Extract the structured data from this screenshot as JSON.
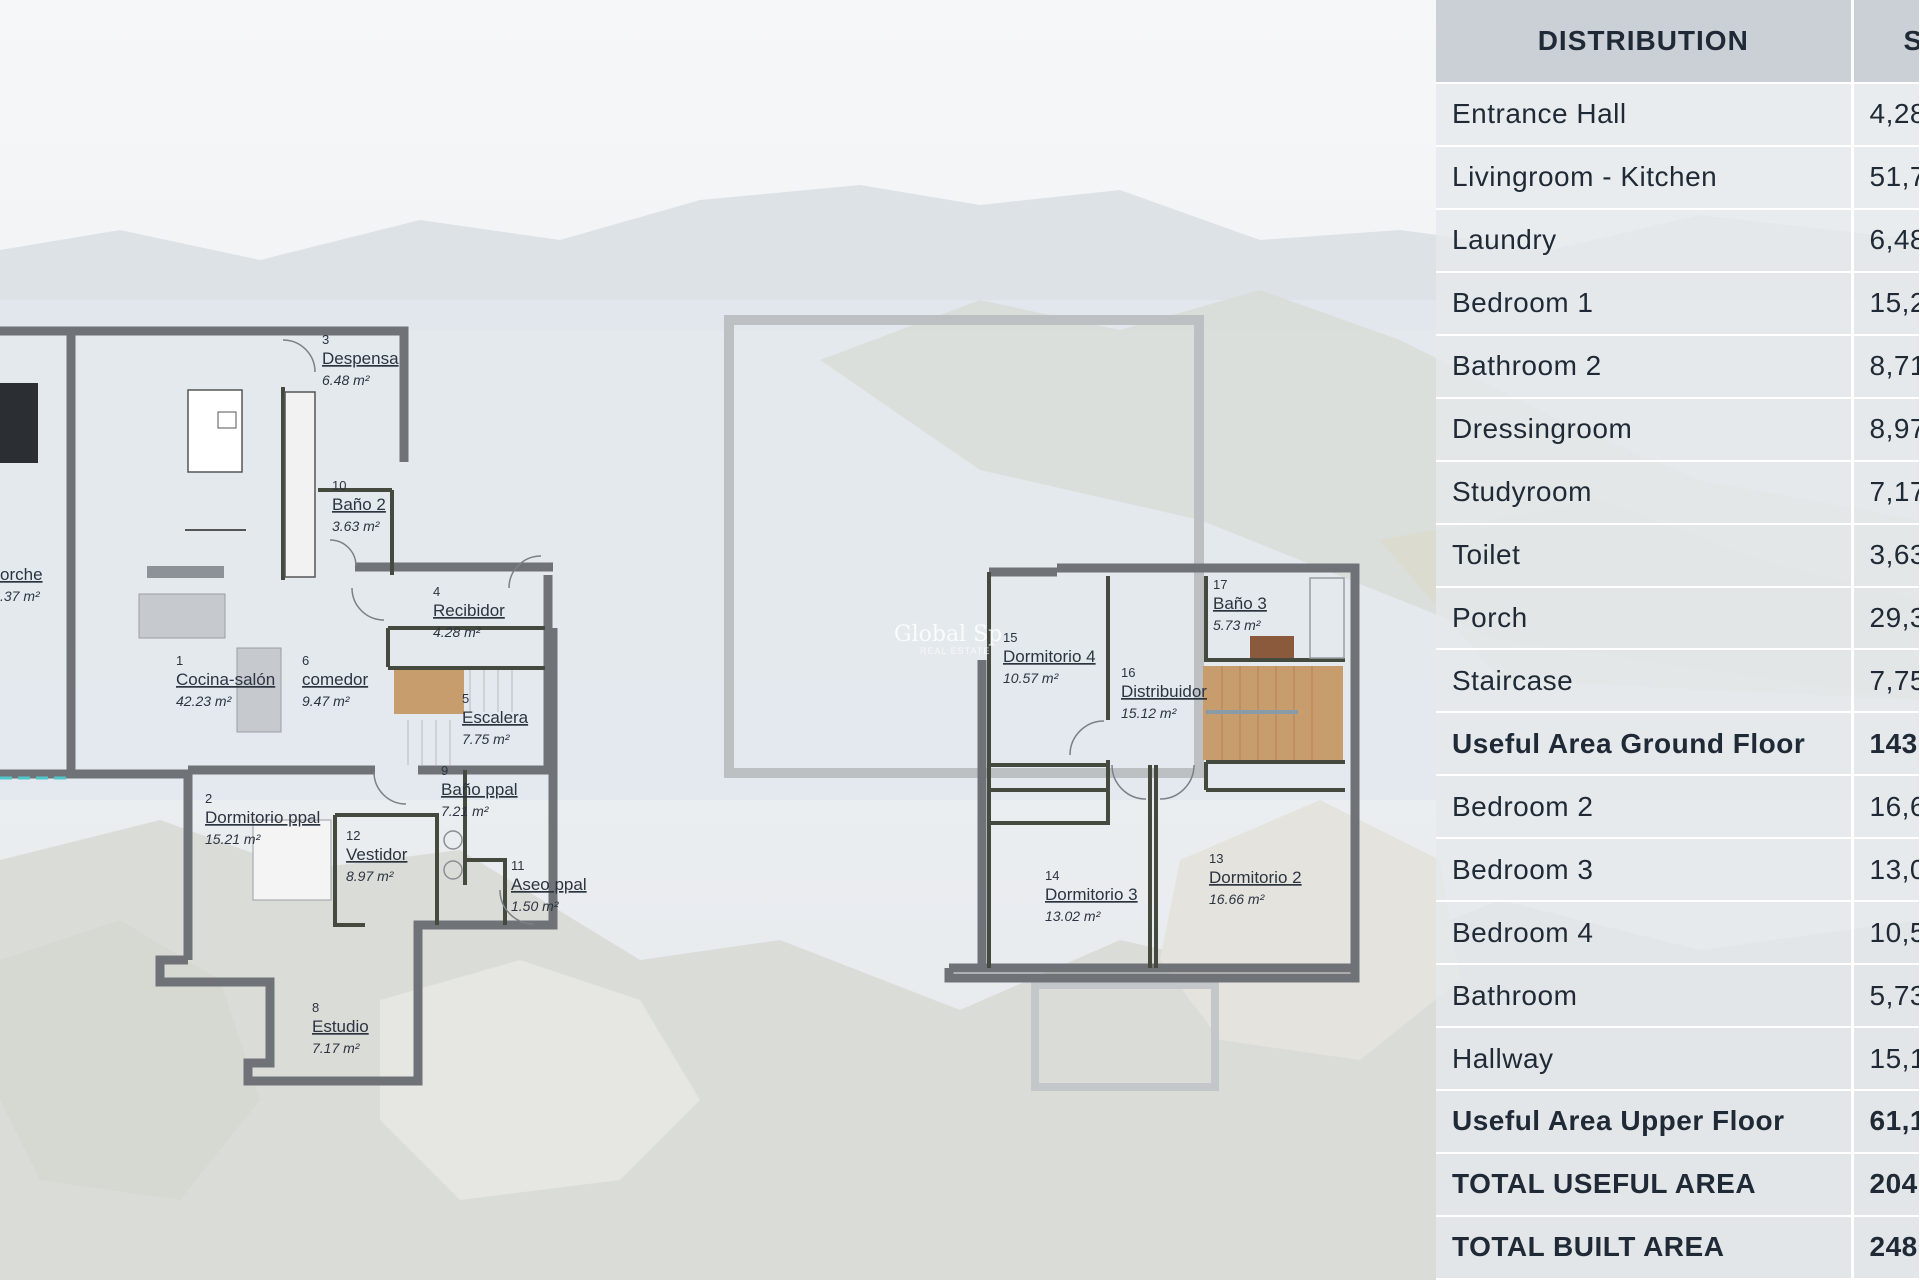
{
  "watermark": {
    "brand": "Global Sp",
    "sub": "REAL ESTATE"
  },
  "ground_floor": {
    "rooms": [
      {
        "num": "",
        "name": "orche",
        "area": ".37 m²"
      },
      {
        "num": "3",
        "name": "Despensa",
        "area": "6.48 m²"
      },
      {
        "num": "10",
        "name": "Baño 2",
        "area": "3.63 m²"
      },
      {
        "num": "4",
        "name": "Recibidor",
        "area": "4.28 m²"
      },
      {
        "num": "1",
        "name": "Cocina-salón",
        "area": "42.23 m²"
      },
      {
        "num": "6",
        "name": "comedor",
        "area": "9.47 m²"
      },
      {
        "num": "5",
        "name": "Escalera",
        "area": "7.75 m²"
      },
      {
        "num": "9",
        "name": "Baño ppal",
        "area": "7.21 m²"
      },
      {
        "num": "2",
        "name": "Dormitorio ppal",
        "area": "15.21 m²"
      },
      {
        "num": "12",
        "name": "Vestidor",
        "area": "8.97 m²"
      },
      {
        "num": "11",
        "name": "Aseo ppal",
        "area": "1.50 m²"
      },
      {
        "num": "8",
        "name": "Estudio",
        "area": "7.17 m²"
      }
    ]
  },
  "upper_floor": {
    "rooms": [
      {
        "num": "17",
        "name": "Baño 3",
        "area": "5.73 m²"
      },
      {
        "num": "15",
        "name": "Dormitorio 4",
        "area": "10.57 m²"
      },
      {
        "num": "16",
        "name": "Distribuidor",
        "area": "15.12 m²"
      },
      {
        "num": "14",
        "name": "Dormitorio 3",
        "area": "13.02 m²"
      },
      {
        "num": "13",
        "name": "Dormitorio 2",
        "area": "16.66 m²"
      }
    ]
  },
  "table": {
    "headers": [
      "DISTRIBUTION",
      "S"
    ],
    "rows": [
      {
        "name": "Entrance Hall",
        "value": "4,28",
        "bold": false
      },
      {
        "name": "Livingroom - Kitchen",
        "value": "51,7",
        "bold": false
      },
      {
        "name": "Laundry",
        "value": "6,48",
        "bold": false
      },
      {
        "name": "Bedroom 1",
        "value": "15,2",
        "bold": false
      },
      {
        "name": "Bathroom 2",
        "value": "8,71",
        "bold": false
      },
      {
        "name": "Dressingroom",
        "value": "8,97",
        "bold": false
      },
      {
        "name": "Studyroom",
        "value": "7,17",
        "bold": false
      },
      {
        "name": "Toilet",
        "value": "3,63",
        "bold": false
      },
      {
        "name": "Porch",
        "value": "29,3",
        "bold": false
      },
      {
        "name": "Staircase",
        "value": "7,75",
        "bold": false
      },
      {
        "name": "Useful Area Ground Floor",
        "value": "143",
        "bold": true
      },
      {
        "name": "Bedroom 2",
        "value": "16,6",
        "bold": false
      },
      {
        "name": "Bedroom 3",
        "value": "13,0",
        "bold": false
      },
      {
        "name": "Bedroom 4",
        "value": "10,5",
        "bold": false
      },
      {
        "name": "Bathroom",
        "value": "5,73",
        "bold": false
      },
      {
        "name": "Hallway",
        "value": "15,1",
        "bold": false
      },
      {
        "name": "Useful Area Upper Floor",
        "value": "61,1",
        "bold": true
      },
      {
        "name": "TOTAL USEFUL AREA",
        "value": "204",
        "bold": true
      },
      {
        "name": "TOTAL BUILT AREA",
        "value": "248",
        "bold": true
      }
    ]
  }
}
